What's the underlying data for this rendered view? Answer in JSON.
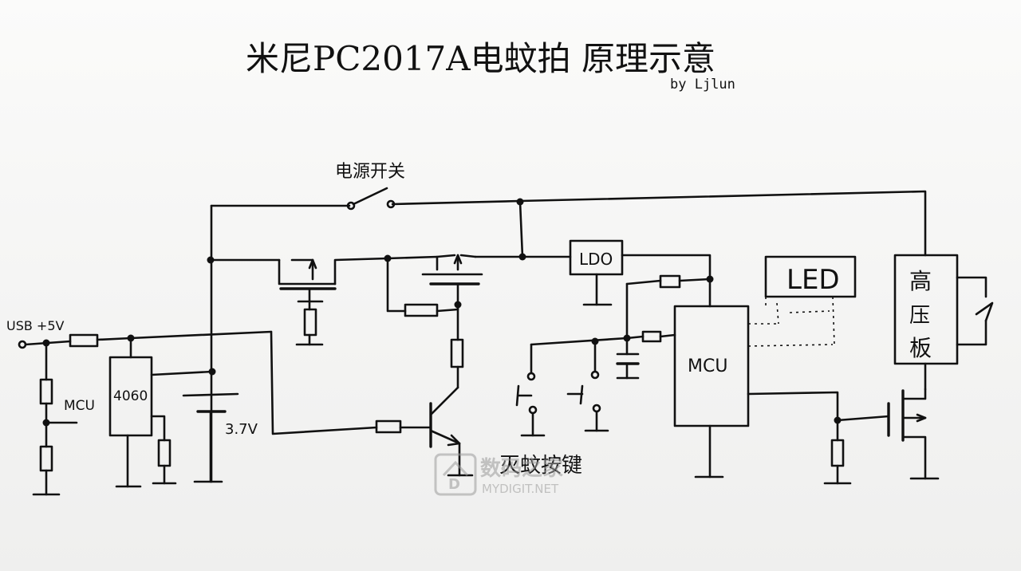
{
  "title": "米尼PC2017A电蚊拍 原理示意",
  "byline": "by Ljlun",
  "labels": {
    "power_switch": "电源开关",
    "usb": "USB +5V",
    "mcu_left": "MCU",
    "ic_4060": "4060",
    "battery": "3.7V",
    "ldo": "LDO",
    "led": "LED",
    "mcu": "MCU",
    "hv_board": "高压板",
    "buttons": "灭蚊按键"
  },
  "watermark": {
    "cn": "数码之家",
    "en": "MYDIGIT.NET",
    "logo_letter": "D"
  }
}
